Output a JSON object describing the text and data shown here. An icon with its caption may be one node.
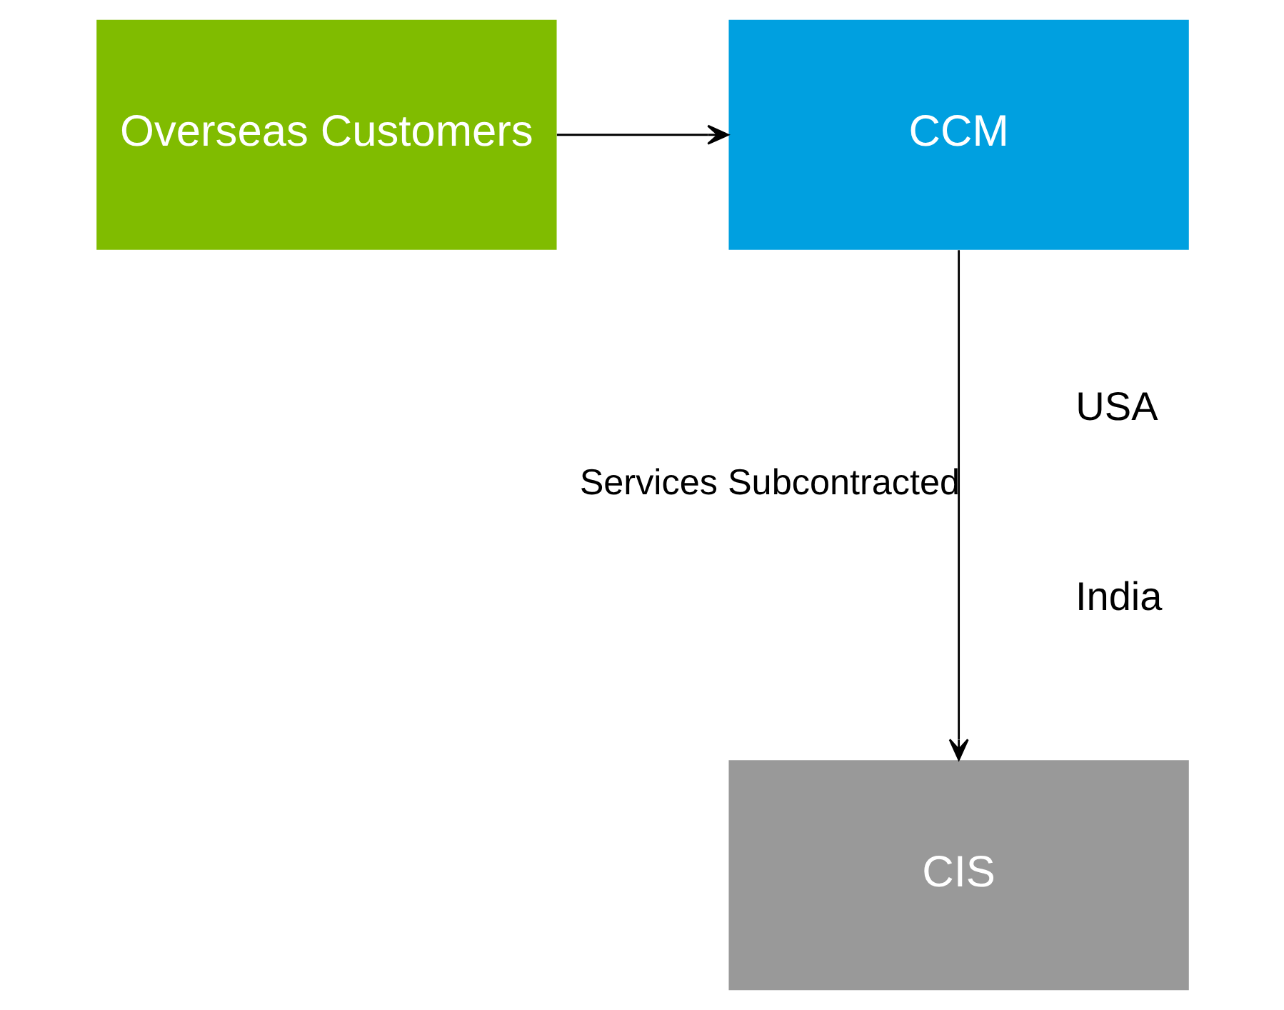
{
  "diagram": {
    "nodes": [
      {
        "text": [
          "CCM"
        ]
      },
      {
        "text": [
          "Overseas Customers"
        ]
      },
      {
        "text": [
          "CIS"
        ]
      }
    ],
    "edges": [
      {
        "from": 1,
        "to": 0,
        "arrow": "to"
      },
      {
        "from": 0,
        "to": 2,
        "arrow": "to",
        "label": "Services Subcontracted"
      }
    ],
    "labels": [
      "USA",
      "India"
    ]
  }
}
